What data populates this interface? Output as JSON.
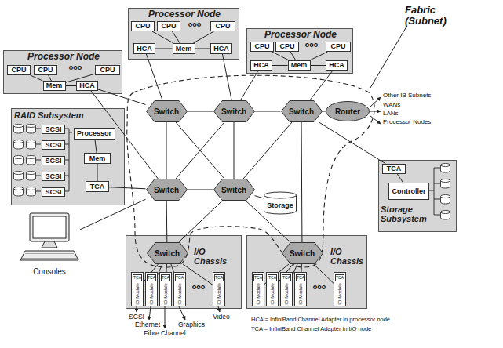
{
  "diagram": {
    "nodes": [
      {
        "text": [
          "Processor Node"
        ]
      },
      {
        "text": [
          "CPU"
        ],
        "in": 0
      },
      {
        "text": [
          "CPU"
        ],
        "in": 0
      },
      {
        "text": [
          "CPU"
        ],
        "in": 0
      },
      {
        "text": [
          "HCA"
        ],
        "in": 0
      },
      {
        "text": [
          "Mem"
        ],
        "in": 0
      },
      {
        "text": [
          "HCA"
        ],
        "in": 0
      },
      {
        "text": [
          "Processor Node"
        ]
      },
      {
        "text": [
          "CPU"
        ],
        "in": 7
      },
      {
        "text": [
          "CPU"
        ],
        "in": 7
      },
      {
        "text": [
          "CPU"
        ],
        "in": 7
      },
      {
        "text": [
          "Mem"
        ],
        "in": 7
      },
      {
        "text": [
          "HCA"
        ],
        "in": 7
      },
      {
        "text": [
          "Processor Node"
        ]
      },
      {
        "text": [
          "CPU"
        ],
        "in": 13
      },
      {
        "text": [
          "CPU"
        ],
        "in": 13
      },
      {
        "text": [
          "CPU"
        ],
        "in": 13
      },
      {
        "text": [
          "HCA"
        ],
        "in": 13
      },
      {
        "text": [
          "Mem"
        ],
        "in": 13
      },
      {
        "text": [
          "HCA"
        ],
        "in": 13
      },
      {
        "text": [
          "RAID Subsystem"
        ]
      },
      {
        "text": [
          "SCSI"
        ],
        "in": 20
      },
      {
        "text": [
          "SCSI"
        ],
        "in": 20
      },
      {
        "text": [
          "SCSI"
        ],
        "in": 20
      },
      {
        "text": [
          "SCSI"
        ],
        "in": 20
      },
      {
        "text": [
          "SCSI"
        ],
        "in": 20
      },
      {
        "text": [
          "Processor"
        ],
        "in": 20
      },
      {
        "text": [
          "Mem"
        ],
        "in": 20
      },
      {
        "text": [
          "TCA"
        ],
        "in": 20
      },
      {
        "text": [
          "Switch"
        ]
      },
      {
        "text": [
          "Switch"
        ]
      },
      {
        "text": [
          "Switch"
        ]
      },
      {
        "text": [
          "Router"
        ]
      },
      {
        "text": [
          "Switch"
        ]
      },
      {
        "text": [
          "Switch"
        ]
      },
      {
        "text": [
          "Storage Subsystem"
        ]
      },
      {
        "text": [
          "TCA"
        ],
        "in": 35
      },
      {
        "text": [
          "Controller"
        ],
        "in": 35
      },
      {
        "text": [
          "Storage"
        ]
      },
      {
        "text": [
          "Consoles"
        ]
      },
      {
        "text": [
          "I/O Chassis"
        ]
      },
      {
        "text": [
          "Switch"
        ],
        "in": 40
      },
      {
        "text": [
          "IO Module"
        ],
        "in": 40
      },
      {
        "text": [
          "TCA"
        ],
        "in": 42
      },
      {
        "text": [
          "IO Module"
        ],
        "in": 40
      },
      {
        "text": [
          "TCA"
        ],
        "in": 44
      },
      {
        "text": [
          "IO Module"
        ],
        "in": 40
      },
      {
        "text": [
          "TCA"
        ],
        "in": 46
      },
      {
        "text": [
          "IO Module"
        ],
        "in": 40
      },
      {
        "text": [
          "TCA"
        ],
        "in": 48
      },
      {
        "text": [
          "IO Module"
        ],
        "in": 40
      },
      {
        "text": [
          "TCA"
        ],
        "in": 50
      },
      {
        "text": [
          "I/O Chassis"
        ]
      },
      {
        "text": [
          "Switch"
        ],
        "in": 52
      },
      {
        "text": [
          "IO Module"
        ],
        "in": 52
      },
      {
        "text": [
          "TCA"
        ],
        "in": 54
      },
      {
        "text": [
          "IO Module"
        ],
        "in": 52
      },
      {
        "text": [
          "TCA"
        ],
        "in": 56
      },
      {
        "text": [
          "IO Module"
        ],
        "in": 52
      },
      {
        "text": [
          "TCA"
        ],
        "in": 58
      },
      {
        "text": [
          "IO Module"
        ],
        "in": 52
      },
      {
        "text": [
          "TCA"
        ],
        "in": 60
      },
      {
        "text": [
          "IO Module"
        ],
        "in": 52
      },
      {
        "text": [
          "TCA"
        ],
        "in": 62
      }
    ],
    "edges": [
      {
        "from": 1,
        "to": 5,
        "arrow": "none"
      },
      {
        "from": 2,
        "to": 5,
        "arrow": "none"
      },
      {
        "from": 3,
        "to": 5,
        "arrow": "none"
      },
      {
        "from": 4,
        "to": 5,
        "arrow": "none"
      },
      {
        "from": 5,
        "to": 6,
        "arrow": "none"
      },
      {
        "from": 8,
        "to": 11,
        "arrow": "none"
      },
      {
        "from": 9,
        "to": 11,
        "arrow": "none"
      },
      {
        "from": 10,
        "to": 11,
        "arrow": "none"
      },
      {
        "from": 11,
        "to": 12,
        "arrow": "none"
      },
      {
        "from": 14,
        "to": 18,
        "arrow": "none"
      },
      {
        "from": 15,
        "to": 18,
        "arrow": "none"
      },
      {
        "from": 16,
        "to": 18,
        "arrow": "none"
      },
      {
        "from": 17,
        "to": 18,
        "arrow": "none"
      },
      {
        "from": 18,
        "to": 19,
        "arrow": "none"
      },
      {
        "from": 26,
        "to": 27,
        "arrow": "none"
      },
      {
        "from": 27,
        "to": 28,
        "arrow": "none"
      },
      {
        "from": 36,
        "to": 37,
        "arrow": "none"
      },
      {
        "from": 4,
        "to": 29,
        "arrow": "none"
      },
      {
        "from": 6,
        "to": 30,
        "arrow": "none"
      },
      {
        "from": 12,
        "to": 29,
        "arrow": "none"
      },
      {
        "from": 12,
        "to": 33,
        "arrow": "none"
      },
      {
        "from": 17,
        "to": 30,
        "arrow": "none"
      },
      {
        "from": 19,
        "to": 31,
        "arrow": "none"
      },
      {
        "from": 29,
        "to": 30,
        "arrow": "none"
      },
      {
        "from": 30,
        "to": 31,
        "arrow": "none"
      },
      {
        "from": 31,
        "to": 32,
        "arrow": "none"
      },
      {
        "from": 29,
        "to": 33,
        "arrow": "none"
      },
      {
        "from": 30,
        "to": 34,
        "arrow": "none"
      },
      {
        "from": 33,
        "to": 34,
        "arrow": "none"
      },
      {
        "from": 29,
        "to": 34,
        "arrow": "none"
      },
      {
        "from": 30,
        "to": 33,
        "arrow": "none"
      },
      {
        "from": 31,
        "to": 34,
        "arrow": "none"
      },
      {
        "from": 31,
        "to": 36,
        "arrow": "none"
      },
      {
        "from": 28,
        "to": 33,
        "arrow": "none"
      },
      {
        "from": 39,
        "to": 33,
        "arrow": "none"
      },
      {
        "from": 34,
        "to": 38,
        "arrow": "none"
      },
      {
        "from": 33,
        "to": 41,
        "arrow": "none"
      },
      {
        "from": 34,
        "to": 41,
        "arrow": "none"
      },
      {
        "from": 34,
        "to": 53,
        "arrow": "none"
      },
      {
        "from": 31,
        "to": 53,
        "arrow": "none"
      },
      {
        "from": 41,
        "to": 42,
        "arrow": "none"
      },
      {
        "from": 41,
        "to": 44,
        "arrow": "none"
      },
      {
        "from": 41,
        "to": 46,
        "arrow": "none"
      },
      {
        "from": 41,
        "to": 48,
        "arrow": "none"
      },
      {
        "from": 41,
        "to": 50,
        "arrow": "none"
      },
      {
        "from": 53,
        "to": 54,
        "arrow": "none"
      },
      {
        "from": 53,
        "to": 56,
        "arrow": "none"
      },
      {
        "from": 53,
        "to": 58,
        "arrow": "none"
      },
      {
        "from": 53,
        "to": 60,
        "arrow": "none"
      },
      {
        "from": 53,
        "to": 62,
        "arrow": "none"
      }
    ],
    "labels": [
      "ooo",
      "ooo",
      "ooo",
      "Fabric (Subnet)",
      "Other IB Subnets",
      "WANs",
      "LANs",
      "Processor Nodes",
      "ooo",
      "ooo",
      "SCSI",
      "Ethernet",
      "Fibre Channel",
      "Graphics",
      "Video",
      "HCA = InfiniBand Channel Adapter in processor node",
      "TCA = InfiniBand Channel Adapter in I/O node"
    ]
  }
}
